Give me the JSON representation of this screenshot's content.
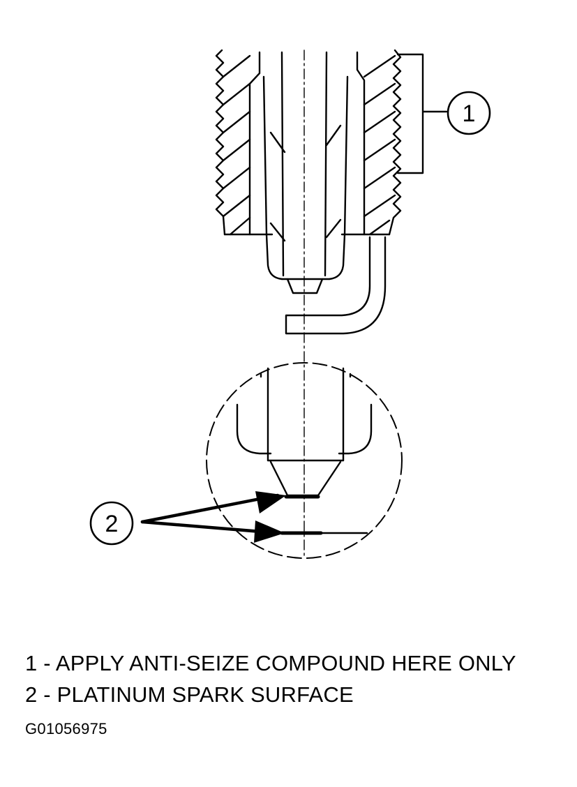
{
  "callouts": [
    {
      "number": "1"
    },
    {
      "number": "2"
    }
  ],
  "legend": [
    {
      "text": "1 - APPLY ANTI-SEIZE COMPOUND HERE ONLY"
    },
    {
      "text": "2 - PLATINUM SPARK SURFACE"
    }
  ],
  "figure_id": "G01056975"
}
